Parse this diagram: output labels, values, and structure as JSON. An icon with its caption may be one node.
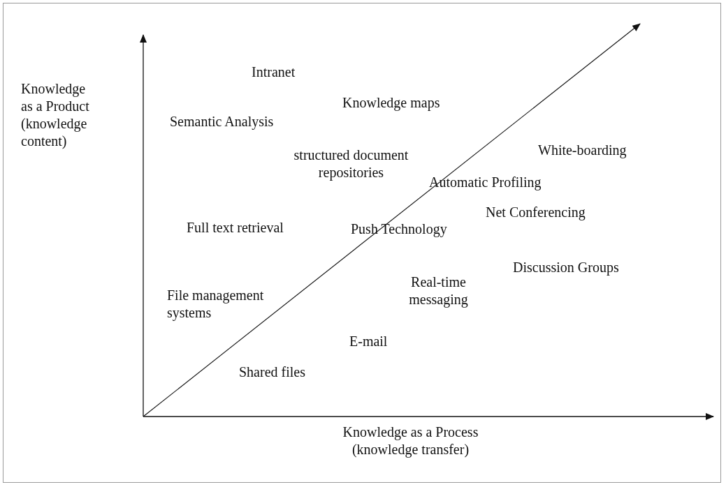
{
  "diagram": {
    "labels": [
      "Intranet",
      "Knowledge as a Product (knowledge content)",
      "Knowledge maps",
      "Semantic Analysis",
      "White-boarding",
      "structured document repositories",
      "Automatic Profiling",
      "Net Conferencing",
      "Full text retrieval",
      "Push Technology",
      "Discussion Groups",
      "Real-time messaging",
      "File management systems",
      "E-mail",
      "Shared files",
      "Knowledge as a Process (knowledge transfer)"
    ]
  }
}
